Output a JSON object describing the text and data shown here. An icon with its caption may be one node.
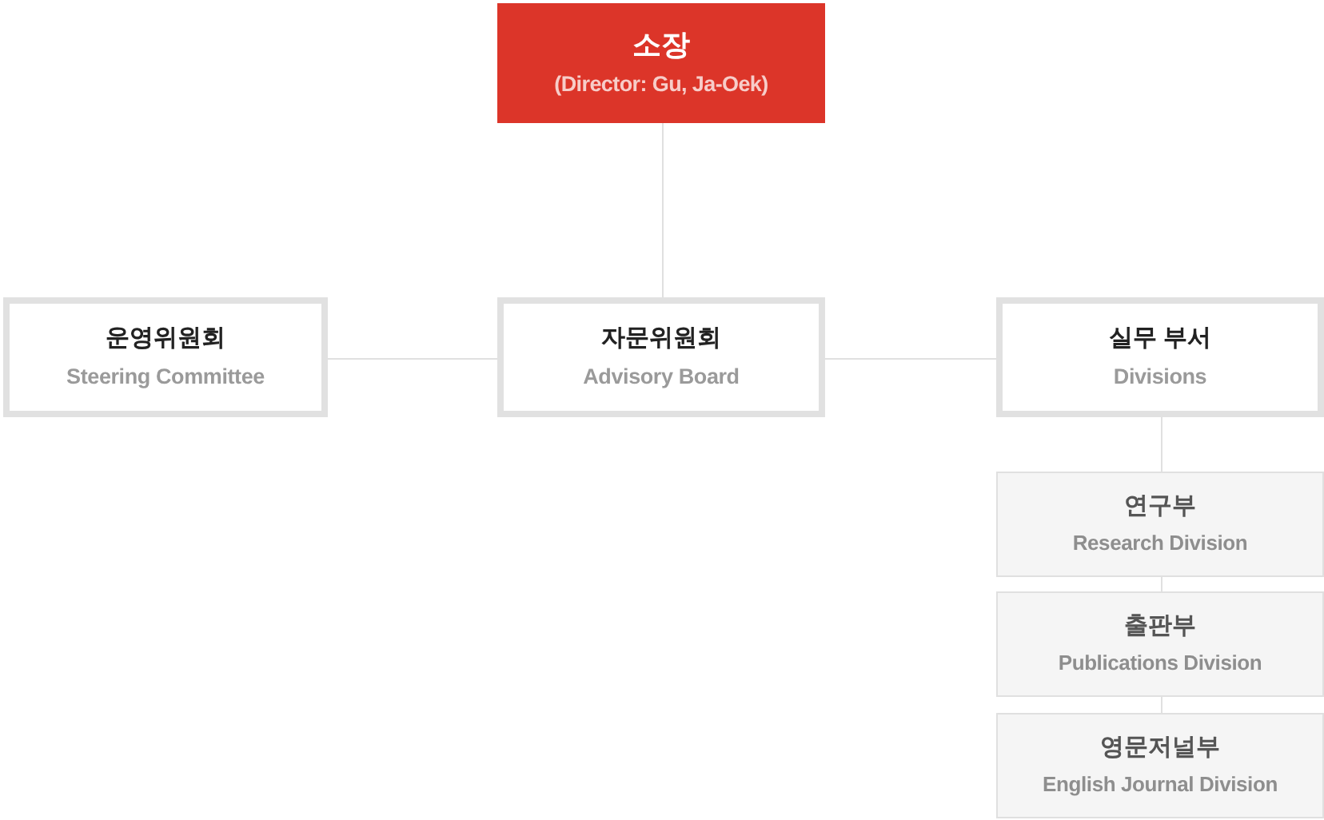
{
  "diagram": {
    "nodes": [
      {
        "text": [
          "소장",
          "(Director: Gu, Ja-Oek)"
        ]
      },
      {
        "text": [
          "운영위원회",
          "Steering Committee"
        ]
      },
      {
        "text": [
          "자문위원회",
          "Advisory Board"
        ]
      },
      {
        "text": [
          "실무 부서",
          "Divisions"
        ]
      },
      {
        "text": [
          "연구부",
          "Research Division"
        ]
      },
      {
        "text": [
          "출판부",
          "Publications Division"
        ]
      },
      {
        "text": [
          "영문저널부",
          "English Journal Division"
        ]
      }
    ],
    "edges": [
      {
        "from": 0,
        "to": 2,
        "arrow": "none"
      },
      {
        "from": 1,
        "to": 2,
        "arrow": "none"
      },
      {
        "from": 2,
        "to": 3,
        "arrow": "none"
      },
      {
        "from": 3,
        "to": 4,
        "arrow": "none"
      },
      {
        "from": 4,
        "to": 5,
        "arrow": "none"
      },
      {
        "from": 5,
        "to": 6,
        "arrow": "none"
      }
    ]
  }
}
